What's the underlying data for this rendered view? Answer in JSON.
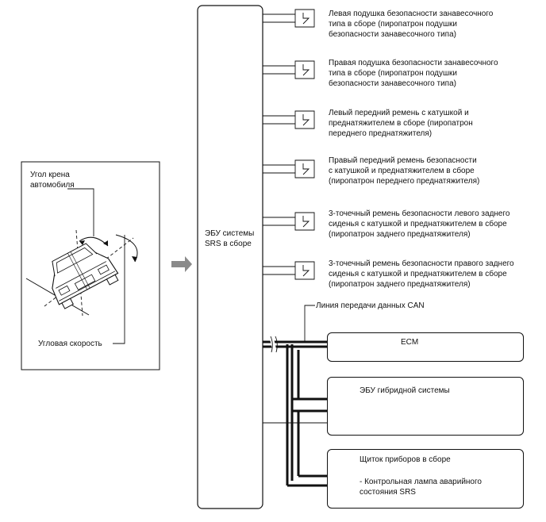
{
  "sensor": {
    "roll_angle_label": "Угол крена\nавтомобиля",
    "angular_velocity_label": "Угловая скорость"
  },
  "ecu": {
    "label": "ЭБУ системы\nSRS в сборе"
  },
  "outputs": [
    {
      "label": "Левая подушка безопасности занавесочного\nтипа в сборе (пиропатрон подушки\nбезопасности занавесочного типа)"
    },
    {
      "label": "Правая подушка безопасности занавесочного\nтипа в сборе (пиропатрон подушки\nбезопасности занавесочного типа)"
    },
    {
      "label": "Левый передний ремень с катушкой и\nпреднатяжителем в сборе (пиропатрон\nпереднего преднатяжителя)"
    },
    {
      "label": "Правый передний ремень безопасности\nс катушкой и преднатяжителем в сборе\n(пиропатрон переднего преднатяжителя)"
    },
    {
      "label": "3-точечный ремень безопасности левого заднего\nсиденья с катушкой и преднатяжителем в сборе\n(пиропатрон заднего преднатяжителя)"
    },
    {
      "label": "3-точечный ремень безопасности правого заднего\nсиденья с катушкой и преднатяжителем в сборе\n(пиропатрон заднего преднатяжителя)"
    }
  ],
  "can_line": {
    "label": "Линия передачи данных CAN"
  },
  "modules": {
    "ecm": "ECM",
    "hybrid": "ЭБУ гибридной системы",
    "combination_meter": "Щиток приборов в сборе",
    "warning_lamp": "- Контрольная лампа аварийного\nсостояния SRS"
  }
}
